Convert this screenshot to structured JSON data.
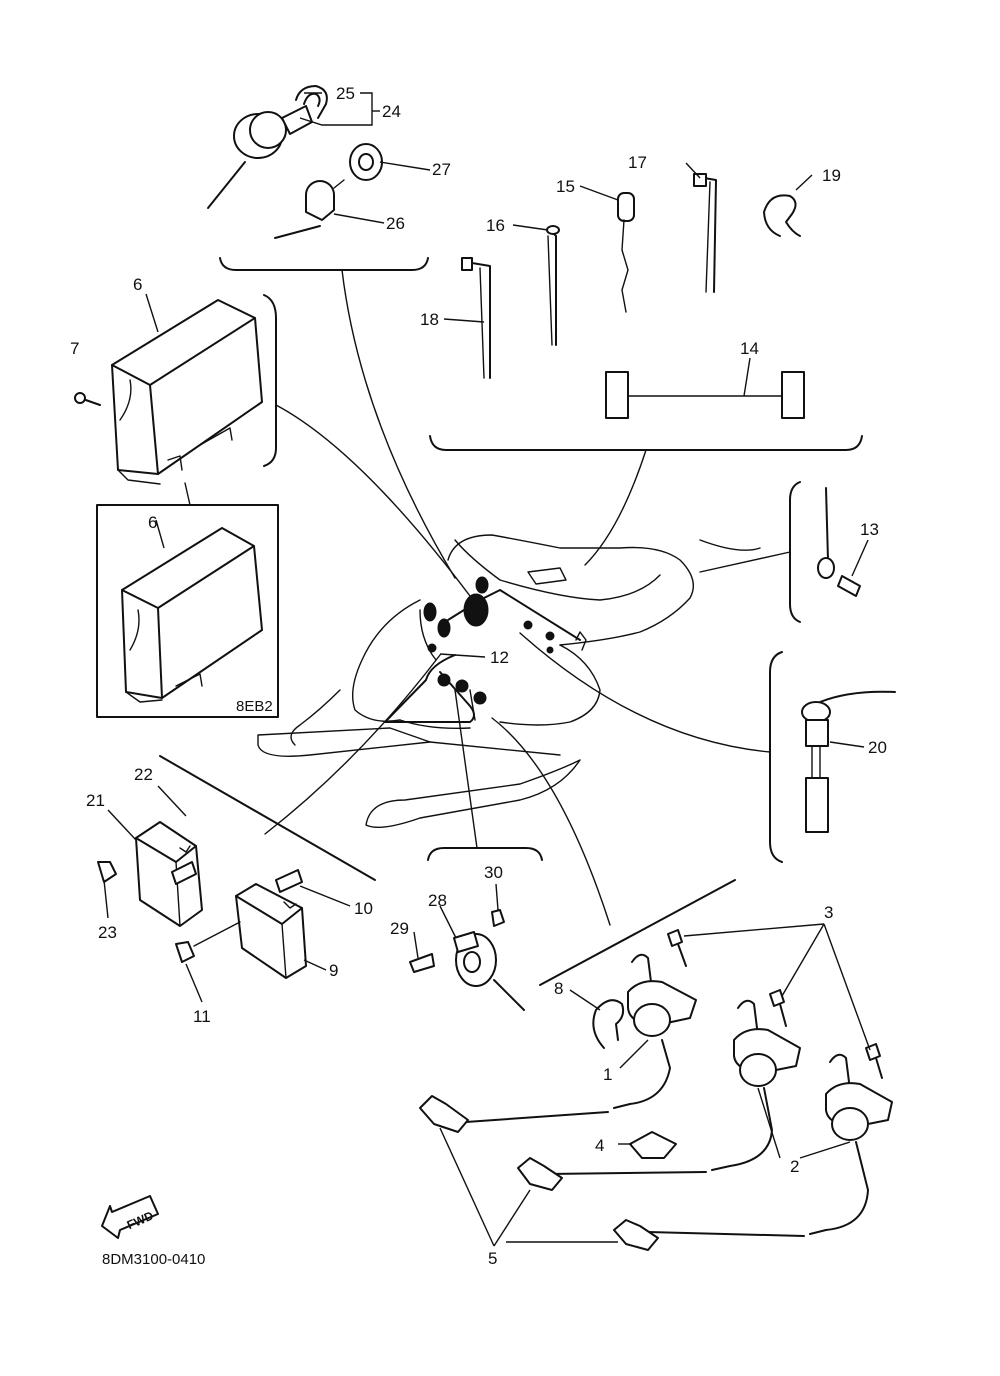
{
  "diagram_code": "8DM3100-0410",
  "inset_variant": "8EB2",
  "fwd_arrow_label": "FWD",
  "part_labels": {
    "p1": "1",
    "p2": "2",
    "p3": "3",
    "p4": "4",
    "p5": "5",
    "p6": "6",
    "p6b": "6",
    "p7": "7",
    "p8": "8",
    "p9": "9",
    "p10": "10",
    "p11": "11",
    "p12": "12",
    "p13": "13",
    "p14": "14",
    "p15": "15",
    "p16": "16",
    "p17": "17",
    "p18": "18",
    "p19": "19",
    "p20": "20",
    "p21": "21",
    "p22": "22",
    "p23": "23",
    "p24": "24",
    "p25": "25",
    "p26": "26",
    "p27": "27",
    "p28": "28",
    "p29": "29",
    "p30": "30"
  }
}
